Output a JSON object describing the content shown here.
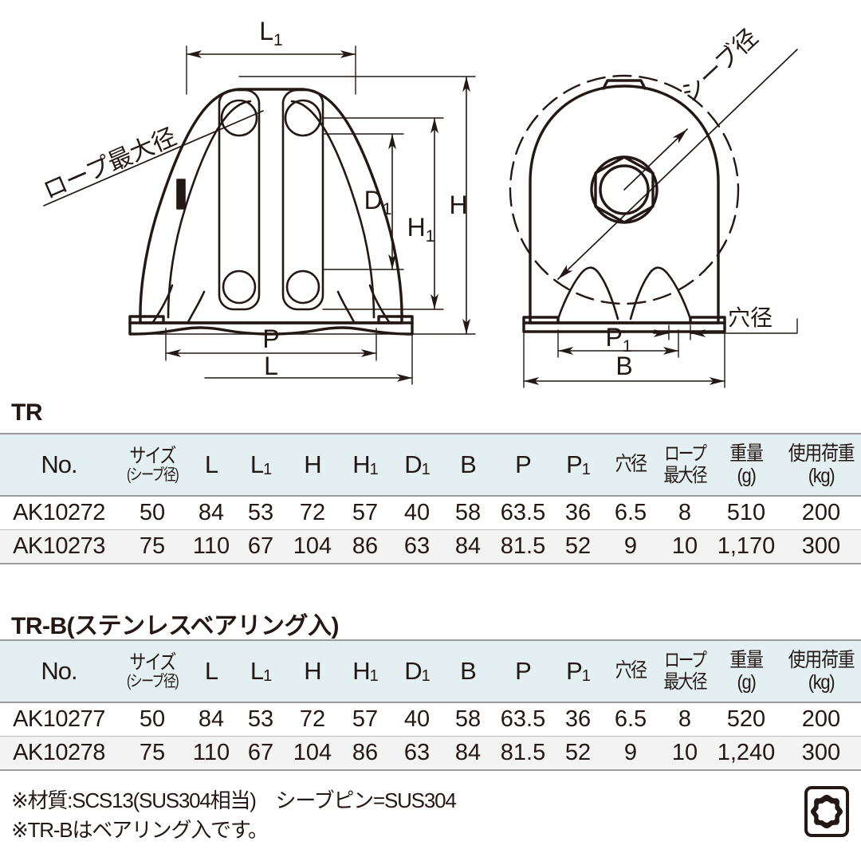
{
  "drawing": {
    "labels": {
      "rope_max_dia": "ロープ最大径",
      "sheave_dia": "シーブ径",
      "hole_dia": "穴径",
      "L1": "L",
      "L1_sub": "1",
      "L": "L",
      "H": "H",
      "H1": "H",
      "H1_sub": "1",
      "D1": "D",
      "D1_sub": "1",
      "P": "P",
      "P1": "P",
      "P1_sub": "1",
      "B": "B"
    }
  },
  "tables": [
    {
      "id": "tr",
      "title": "TR",
      "columns": [
        {
          "key": "no",
          "main": "No.",
          "sub": "",
          "jp": false
        },
        {
          "key": "size",
          "main": "サイズ",
          "sub": "(シーブ径)",
          "jp": true
        },
        {
          "key": "L",
          "main": "L",
          "sub": "",
          "jp": false
        },
        {
          "key": "L1",
          "main": "L",
          "sub": "1",
          "jp": false
        },
        {
          "key": "H",
          "main": "H",
          "sub": "",
          "jp": false
        },
        {
          "key": "H1",
          "main": "H",
          "sub": "1",
          "jp": false
        },
        {
          "key": "D1",
          "main": "D",
          "sub": "1",
          "jp": false
        },
        {
          "key": "B",
          "main": "B",
          "sub": "",
          "jp": false
        },
        {
          "key": "P",
          "main": "P",
          "sub": "",
          "jp": false
        },
        {
          "key": "P1",
          "main": "P",
          "sub": "1",
          "jp": false
        },
        {
          "key": "hole",
          "main": "穴径",
          "sub": "",
          "jp": true
        },
        {
          "key": "rope",
          "main": "ロープ",
          "sub": "最大径",
          "jp": true
        },
        {
          "key": "weight",
          "main": "重量",
          "sub": "(g)",
          "jp": true
        },
        {
          "key": "load",
          "main": "使用荷重",
          "sub": "(kg)",
          "jp": true
        }
      ],
      "rows": [
        {
          "no": "AK10272",
          "size": "50",
          "L": "84",
          "L1": "53",
          "H": "72",
          "H1": "57",
          "D1": "40",
          "B": "58",
          "P": "63.5",
          "P1": "36",
          "hole": "6.5",
          "rope": "8",
          "weight": "510",
          "load": "200"
        },
        {
          "no": "AK10273",
          "size": "75",
          "L": "110",
          "L1": "67",
          "H": "104",
          "H1": "86",
          "D1": "63",
          "B": "84",
          "P": "81.5",
          "P1": "52",
          "hole": "9",
          "rope": "10",
          "weight": "1,170",
          "load": "300"
        }
      ]
    },
    {
      "id": "trb",
      "title": "TR-B(ステンレスベアリング入)",
      "columns": [
        {
          "key": "no",
          "main": "No.",
          "sub": "",
          "jp": false
        },
        {
          "key": "size",
          "main": "サイズ",
          "sub": "(シーブ径)",
          "jp": true
        },
        {
          "key": "L",
          "main": "L",
          "sub": "",
          "jp": false
        },
        {
          "key": "L1",
          "main": "L",
          "sub": "1",
          "jp": false
        },
        {
          "key": "H",
          "main": "H",
          "sub": "",
          "jp": false
        },
        {
          "key": "H1",
          "main": "H",
          "sub": "1",
          "jp": false
        },
        {
          "key": "D1",
          "main": "D",
          "sub": "1",
          "jp": false
        },
        {
          "key": "B",
          "main": "B",
          "sub": "",
          "jp": false
        },
        {
          "key": "P",
          "main": "P",
          "sub": "",
          "jp": false
        },
        {
          "key": "P1",
          "main": "P",
          "sub": "1",
          "jp": false
        },
        {
          "key": "hole",
          "main": "穴径",
          "sub": "",
          "jp": true
        },
        {
          "key": "rope",
          "main": "ロープ",
          "sub": "最大径",
          "jp": true
        },
        {
          "key": "weight",
          "main": "重量",
          "sub": "(g)",
          "jp": true
        },
        {
          "key": "load",
          "main": "使用荷重",
          "sub": "(kg)",
          "jp": true
        }
      ],
      "rows": [
        {
          "no": "AK10277",
          "size": "50",
          "L": "84",
          "L1": "53",
          "H": "72",
          "H1": "57",
          "D1": "40",
          "B": "58",
          "P": "63.5",
          "P1": "36",
          "hole": "6.5",
          "rope": "8",
          "weight": "520",
          "load": "200"
        },
        {
          "no": "AK10278",
          "size": "75",
          "L": "110",
          "L1": "67",
          "H": "104",
          "H1": "86",
          "D1": "63",
          "B": "84",
          "P": "81.5",
          "P1": "52",
          "hole": "9",
          "rope": "10",
          "weight": "1,240",
          "load": "300"
        }
      ]
    }
  ],
  "notes": [
    "※材質:SCS13(SUS304相当)　シーブピン=SUS304",
    "※TR-Bはベアリング入です。"
  ],
  "badge": {
    "name": "bearing-icon"
  },
  "colors": {
    "header_bg": "#e3eff0",
    "row_alt_bg": "#f3f3f3",
    "rule": "#9b9b9b",
    "ink": "#231815"
  }
}
